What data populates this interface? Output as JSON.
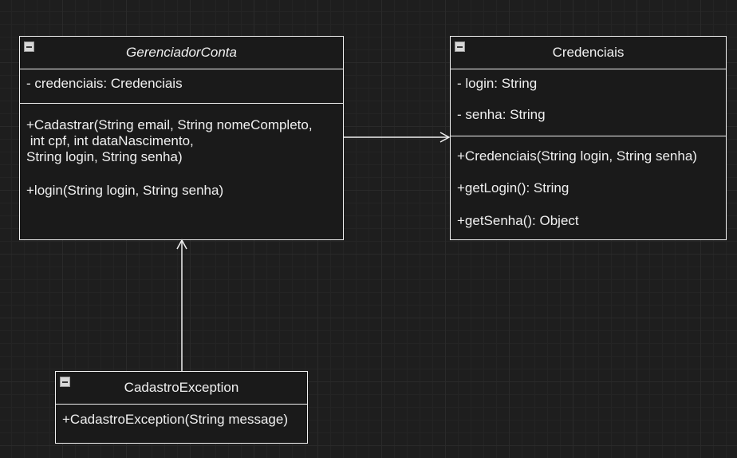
{
  "classes": {
    "gerenciador": {
      "name": "GerenciadorConta",
      "attributes": [
        "- credenciais: Credenciais"
      ],
      "methods": [
        "+Cadastrar(String email, String nomeCompleto,\n int cpf, int dataNascimento,\nString login, String senha)",
        "+login(String login, String senha)"
      ]
    },
    "credenciais": {
      "name": "Credenciais",
      "attributes": [
        "- login: String",
        "- senha: String"
      ],
      "methods": [
        "+Credenciais(String login, String senha)",
        "+getLogin(): String",
        "+getSenha(): Object"
      ]
    },
    "cadastro_exception": {
      "name": "CadastroException",
      "methods": [
        "+CadastroException(String message)"
      ]
    }
  },
  "relations": [
    {
      "from": "GerenciadorConta",
      "to": "Credenciais",
      "type": "association-arrow"
    },
    {
      "from": "CadastroException",
      "to": "GerenciadorConta",
      "type": "association-arrow"
    }
  ],
  "colors": {
    "background": "#1e1e1e",
    "line": "#f0f0f0",
    "text": "#f0f0f0"
  }
}
